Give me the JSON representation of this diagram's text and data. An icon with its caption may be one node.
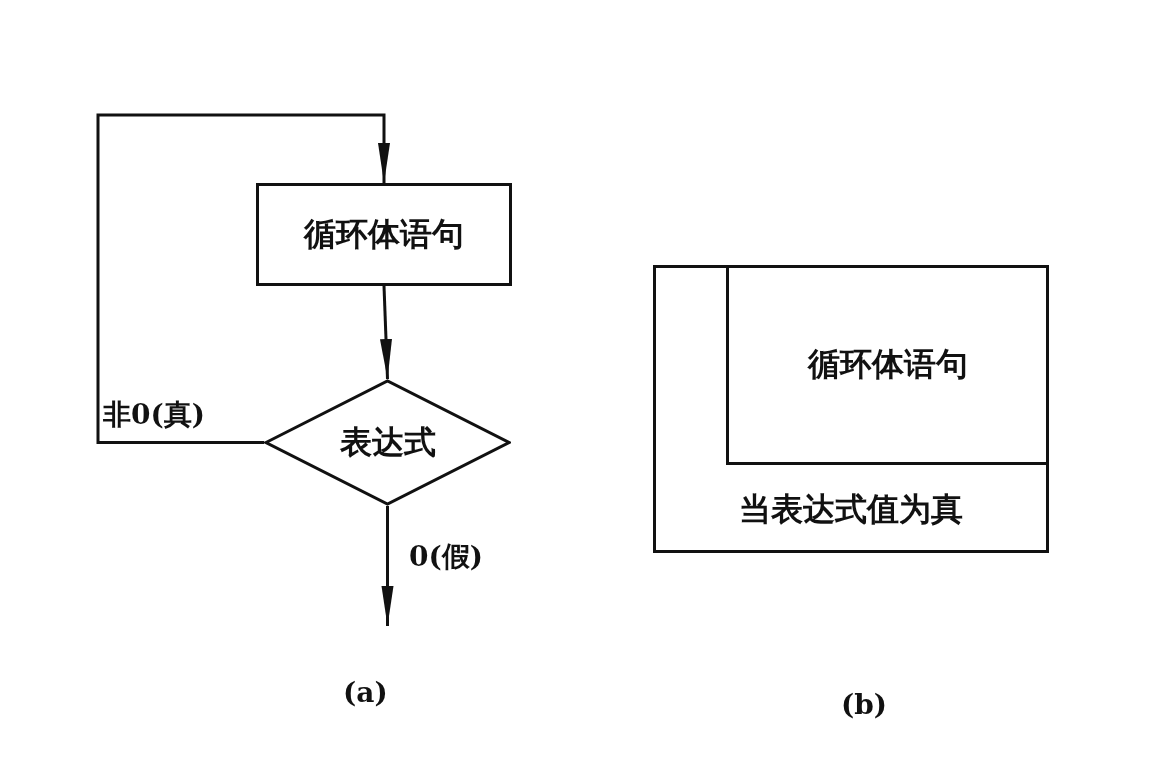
{
  "diagram": {
    "nodes": [
      {
        "text": [
          "循环体语句"
        ]
      },
      {
        "text": [
          "表达式"
        ]
      },
      {
        "text": [
          "当表达式值为真"
        ]
      },
      {
        "text": [
          "循环体语句"
        ],
        "in": 2
      }
    ],
    "edges": [
      {
        "from": 0,
        "to": 1,
        "arrow": "to"
      },
      {
        "from": 1,
        "to": 0,
        "arrow": "to",
        "label": "非0(真)"
      },
      {
        "from": 1,
        "to": null,
        "arrow": "to",
        "label": "0(假)"
      }
    ],
    "labels": [
      "(a)",
      "(b)"
    ]
  }
}
